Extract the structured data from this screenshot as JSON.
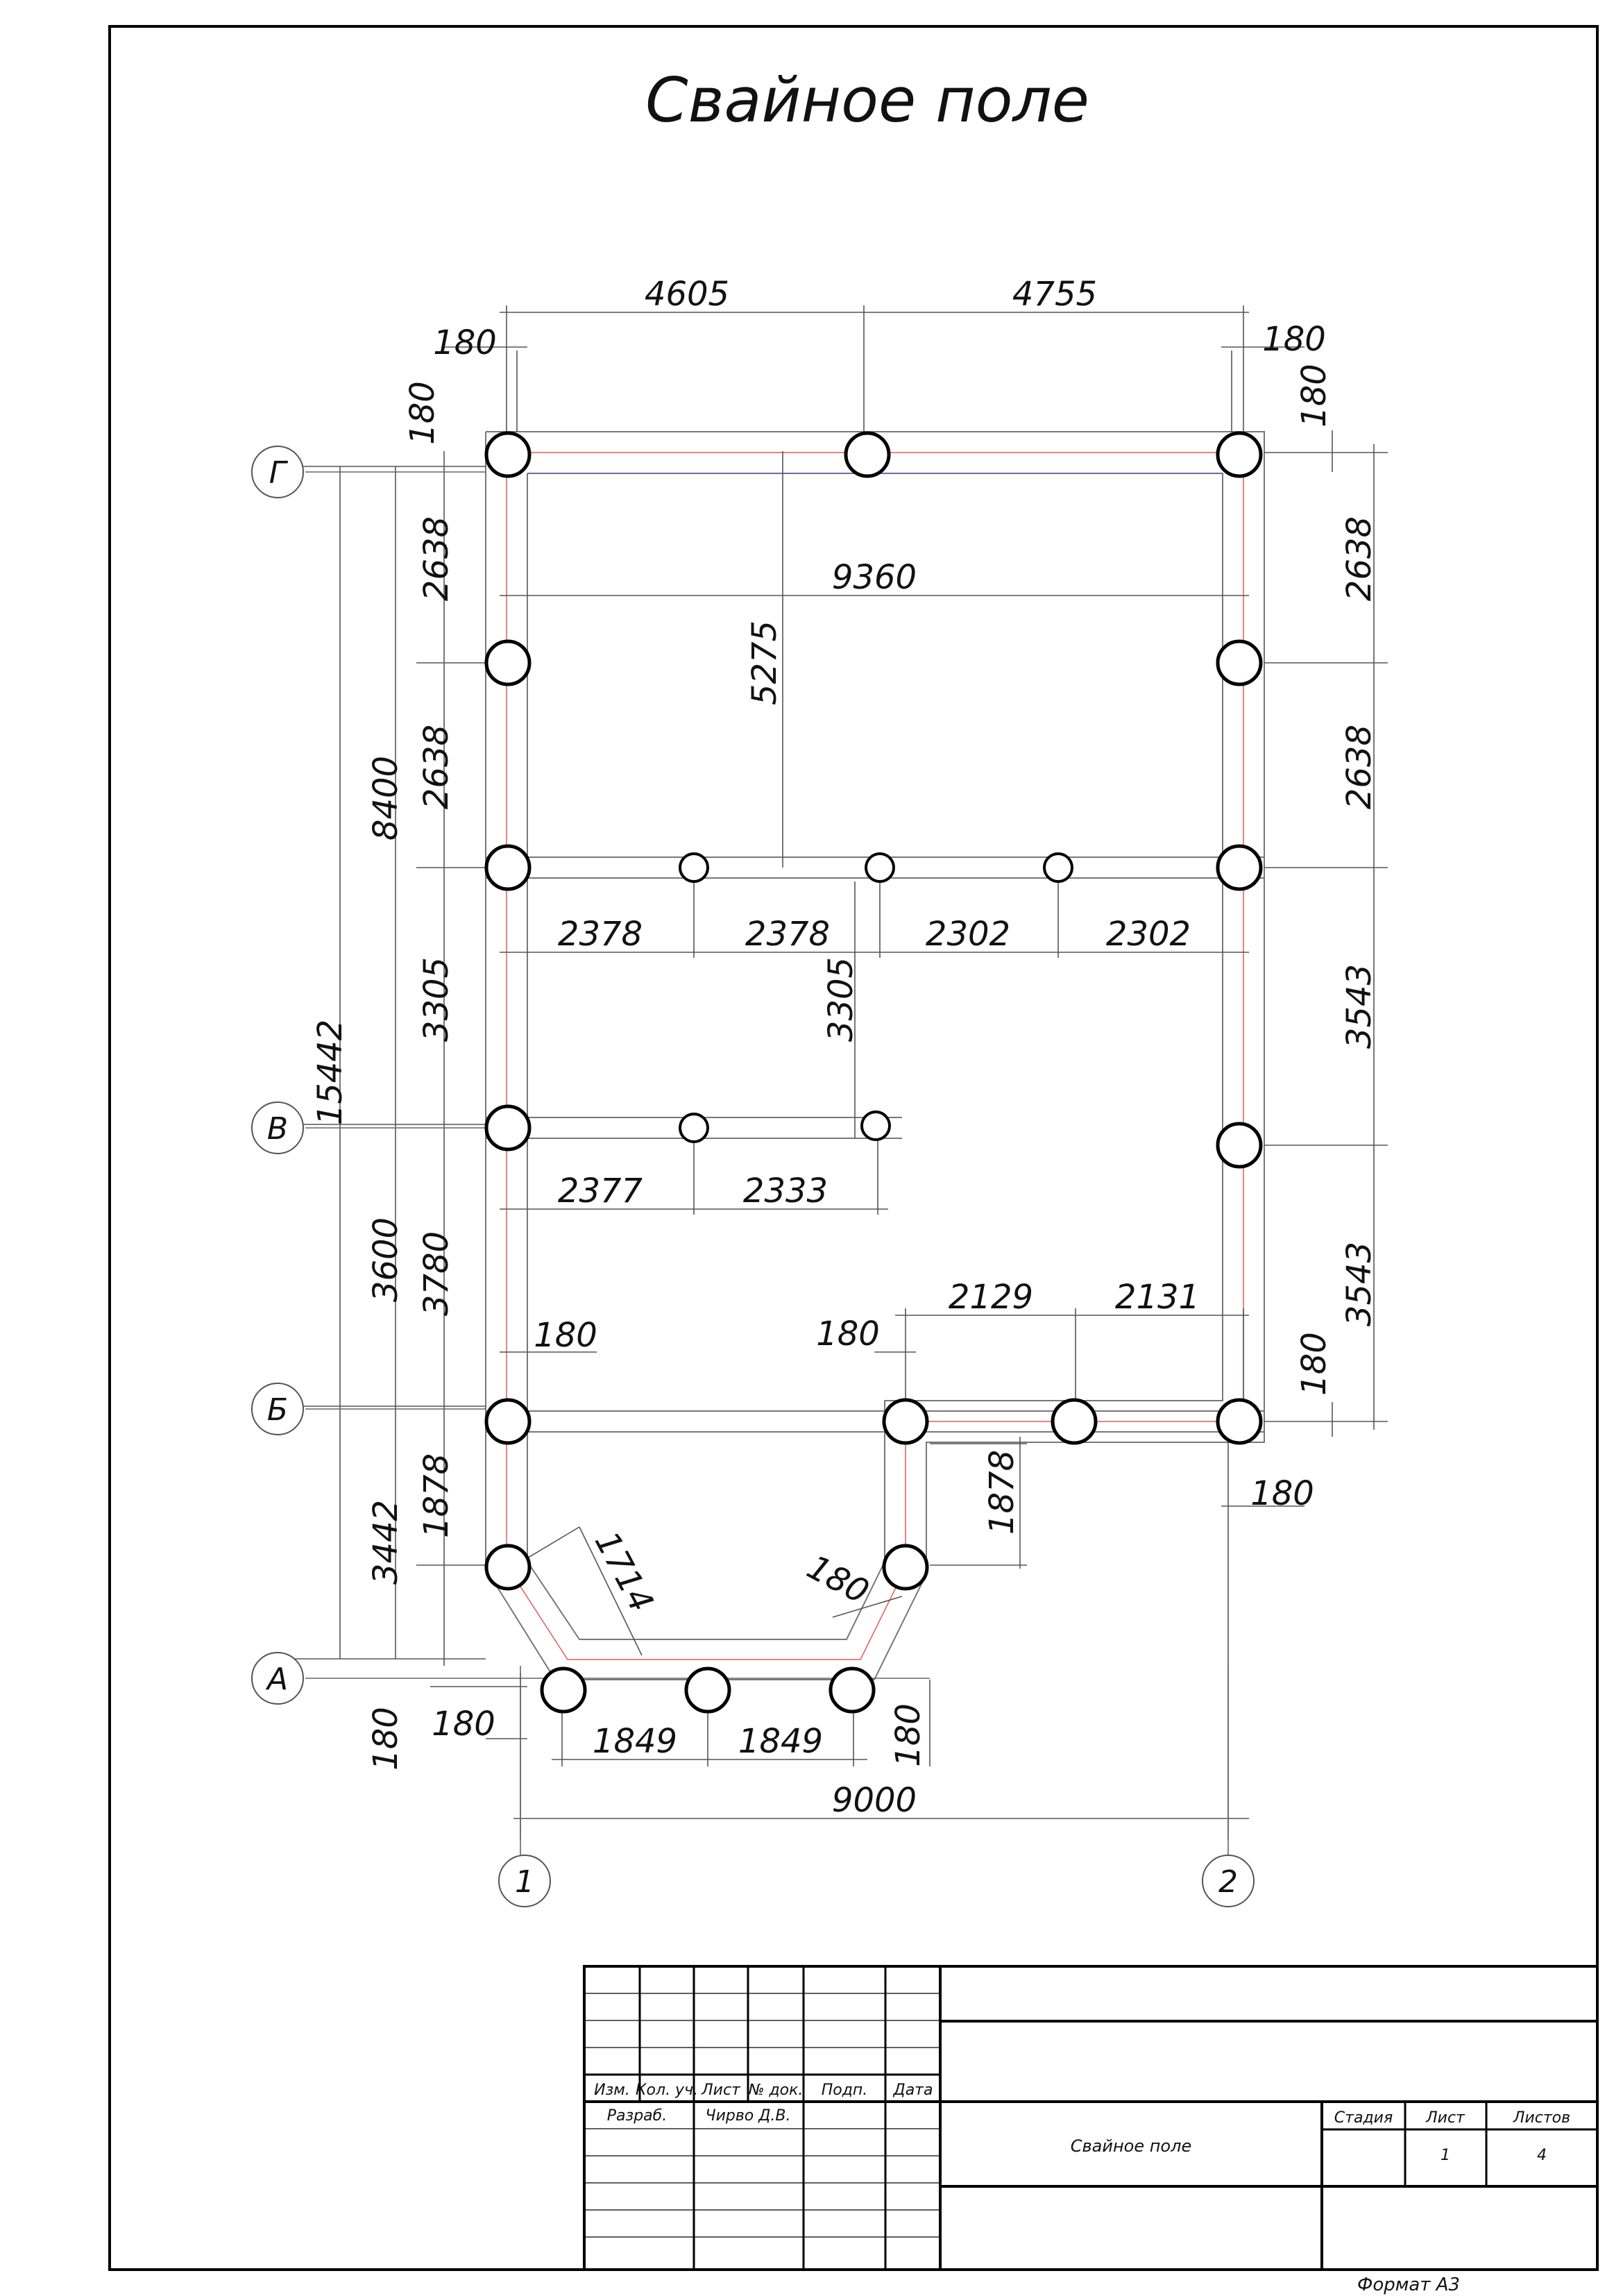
{
  "title": "Свайное поле",
  "axes": {
    "rows": [
      "Г",
      "В",
      "Б",
      "А"
    ],
    "cols": [
      "1",
      "2"
    ]
  },
  "dimensions": {
    "top_left_span": "4605",
    "top_right_span": "4755",
    "top_left_offset": "180",
    "top_right_offset": "180",
    "top_left_vert_offset": "180",
    "top_right_vert_offset": "180",
    "inner_width": "9360",
    "inner_depth": "5275",
    "left_g_1": "2638",
    "left_g_2": "2638",
    "left_total_upper": "8400",
    "left_total": "15442",
    "left_mid": "3305",
    "left_3600": "3600",
    "left_3780": "3780",
    "left_3442": "3442",
    "left_1878": "1878",
    "left_bottom_offset": "180",
    "right_1": "2638",
    "right_2": "2638",
    "right_3": "3543",
    "right_4": "3543",
    "right_offset_b": "180",
    "right_offset_bottom": "180",
    "row_2378_a": "2378",
    "row_2378_b": "2378",
    "row_2302_a": "2302",
    "row_2302_b": "2302",
    "inner_3305": "3305",
    "row_2377": "2377",
    "row_2333": "2333",
    "row_2129": "2129",
    "row_2131": "2131",
    "offset_180_left_b": "180",
    "offset_180_mid_b": "180",
    "inner_1878": "1878",
    "bay_diag": "1714",
    "bay_offset": "180",
    "bay_1849_a": "1849",
    "bay_1849_b": "1849",
    "bay_right_offset": "180",
    "bay_left_offset": "180",
    "total_width": "9000"
  },
  "stamp": {
    "headers": [
      "Изм.",
      "Кол. уч.",
      "Лист",
      "№ док.",
      "Подп.",
      "Дата"
    ],
    "developed_label": "Разраб.",
    "developer": "Чирво Д.В.",
    "drawing_title": "Свайное поле",
    "stage_label": "Стадия",
    "sheet_label": "Лист",
    "sheets_label": "Листов",
    "sheet_value": "1",
    "sheets_value": "4"
  },
  "format_label": "Формат А3"
}
